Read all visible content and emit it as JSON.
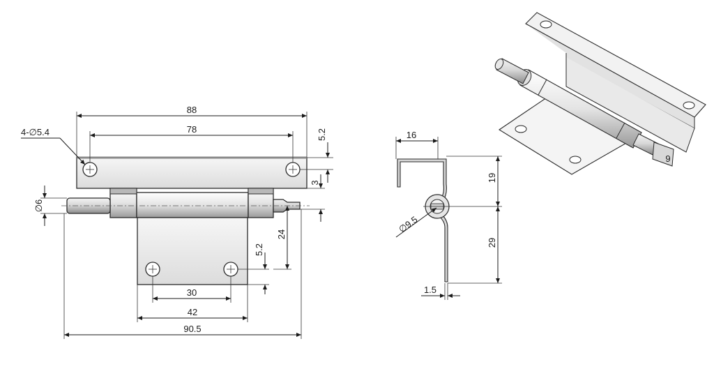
{
  "front_view": {
    "plate_width": "88",
    "hole_spacing": "78",
    "hole_callout": "4-∅5.4",
    "hole_edge_offset": "5.2",
    "leaf_gap": "3",
    "pin_diameter": "∅6",
    "leaf_height": "24",
    "lower_hole_offset": "5.2",
    "lower_hole_spacing": "30",
    "lower_leaf_width": "42",
    "overall_length": "90.5"
  },
  "side_view": {
    "flange": "16",
    "upper_height": "19",
    "lower_height": "29",
    "knuckle_diameter": "∅9.5",
    "thickness": "1.5"
  },
  "iso_view": {
    "stamp": "9"
  }
}
